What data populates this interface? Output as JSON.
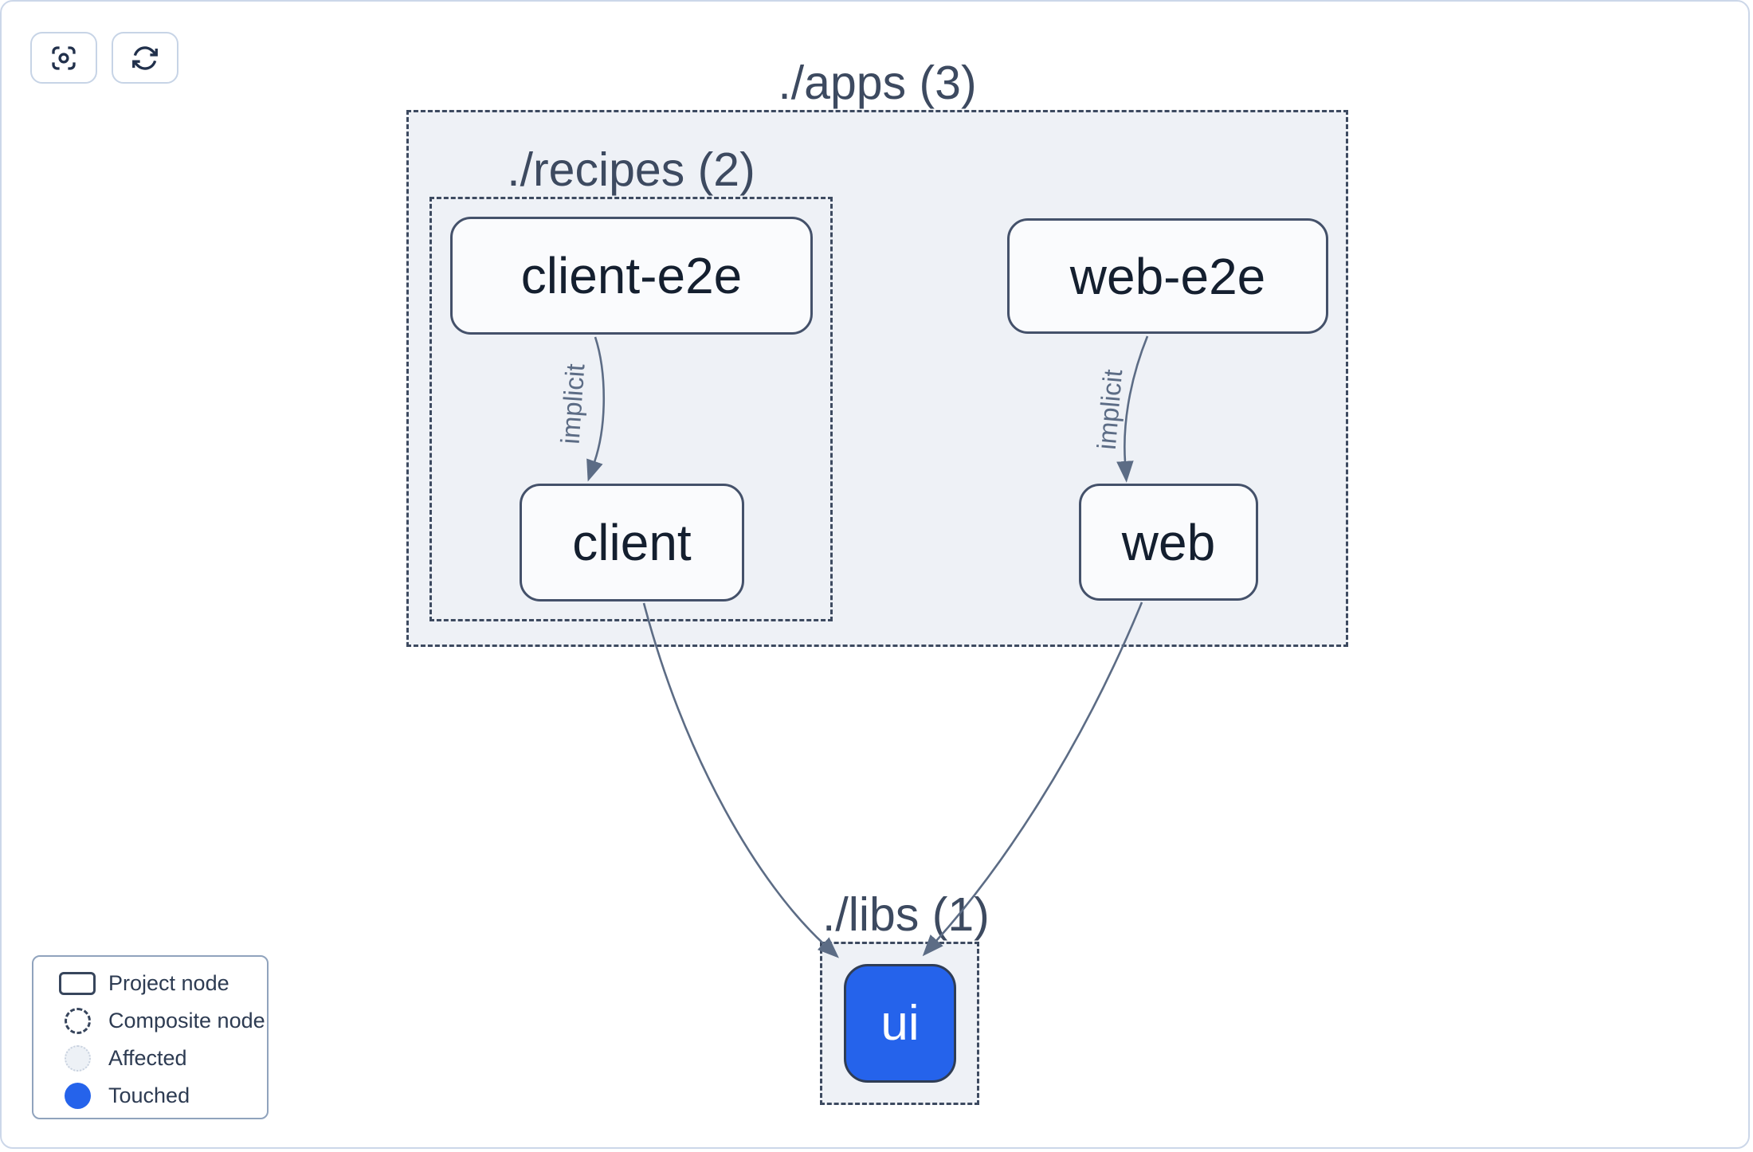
{
  "toolbar": {
    "buttons": [
      {
        "name": "zoom-to-fit",
        "icon": "viewfinder-focus-icon"
      },
      {
        "name": "refresh",
        "icon": "refresh-arrows-icon"
      }
    ]
  },
  "graph": {
    "groups": [
      {
        "id": "apps",
        "label": "./apps (3)"
      },
      {
        "id": "recipes",
        "label": "./recipes (2)"
      },
      {
        "id": "libs",
        "label": "./libs (1)"
      }
    ],
    "nodes": [
      {
        "id": "client-e2e",
        "label": "client-e2e",
        "group": "recipes",
        "state": "default"
      },
      {
        "id": "client",
        "label": "client",
        "group": "recipes",
        "state": "default"
      },
      {
        "id": "web-e2e",
        "label": "web-e2e",
        "group": "apps",
        "state": "default"
      },
      {
        "id": "web",
        "label": "web",
        "group": "apps",
        "state": "default"
      },
      {
        "id": "ui",
        "label": "ui",
        "group": "libs",
        "state": "touched"
      }
    ],
    "edges": [
      {
        "from": "client-e2e",
        "to": "client",
        "label": "implicit"
      },
      {
        "from": "web-e2e",
        "to": "web",
        "label": "implicit"
      },
      {
        "from": "client",
        "to": "ui",
        "label": ""
      },
      {
        "from": "web",
        "to": "ui",
        "label": ""
      }
    ]
  },
  "legend": {
    "items": [
      {
        "label": "Project node",
        "swatch": "project-node"
      },
      {
        "label": "Composite node",
        "swatch": "composite-node"
      },
      {
        "label": "Affected",
        "swatch": "affected"
      },
      {
        "label": "Touched",
        "swatch": "touched"
      }
    ]
  },
  "colors": {
    "touched_blue": "#2563eb",
    "edge": "#5c6c85",
    "group_fill": "#eef1f6",
    "dashed_border": "#3d4a60",
    "node_fill": "#fafbfd",
    "node_text": "#141f2f",
    "canvas_border": "#ccd7e9"
  }
}
